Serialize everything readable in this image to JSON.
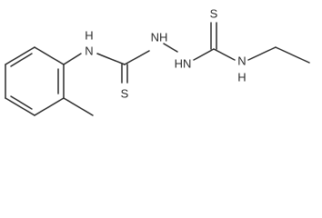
{
  "atoms": {
    "n_aryl": "N",
    "h_aryl": "H",
    "s_left": "S",
    "nh_hydrazine_left": "NH",
    "hn_hydrazine_right": "HN",
    "s_right": "S",
    "n_ethyl": "N",
    "h_ethyl": "H"
  }
}
